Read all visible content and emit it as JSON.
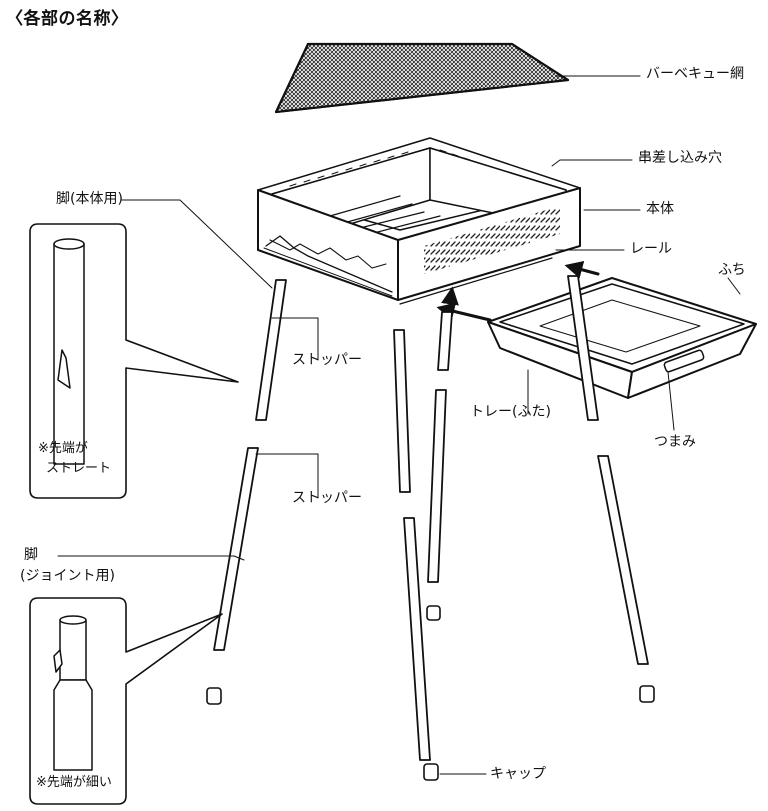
{
  "title": "〈各部の名称〉",
  "labels": {
    "grill_net": "バーベキュー網",
    "skewer_holes": "串差し込み穴",
    "body": "本体",
    "rail": "レール",
    "rim": "ふち",
    "leg_main": "脚(本体用)",
    "stopper_1": "ストッパー",
    "stopper_2": "ストッパー",
    "tray": "トレー(ふた)",
    "knob": "つまみ",
    "leg_joint_1": "脚",
    "leg_joint_2": "(ジョイント用)",
    "cap": "キャップ"
  },
  "callouts": {
    "straight_tip": [
      "※先端が",
      "ストレート"
    ],
    "thin_tip": "※先端が細い"
  }
}
